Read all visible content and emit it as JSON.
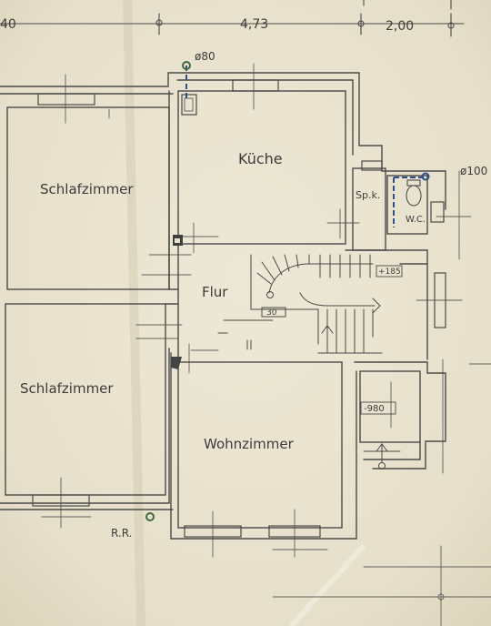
{
  "dimensions": {
    "left": "40",
    "middle": "4,73",
    "right": "2,00"
  },
  "rooms": {
    "bedroom_top": "Schlafzimmer",
    "kitchen": "Küche",
    "pantry": "Sp.k.",
    "wc": "W.C.",
    "hall": "Flur",
    "bedroom_bottom": "Schlafzimmer",
    "living": "Wohnzimmer"
  },
  "annotations": {
    "pipe_top": "ø80",
    "pipe_right": "ø100",
    "level_landing": "+185",
    "stair_mark": "30",
    "level_basement": "-980",
    "rr": "R.R."
  },
  "colors": {
    "paper": "#e8e2cf",
    "pencil": "#4a4a48",
    "blue_ink": "#2e4f8a",
    "green_ink": "#3f6b3c"
  }
}
